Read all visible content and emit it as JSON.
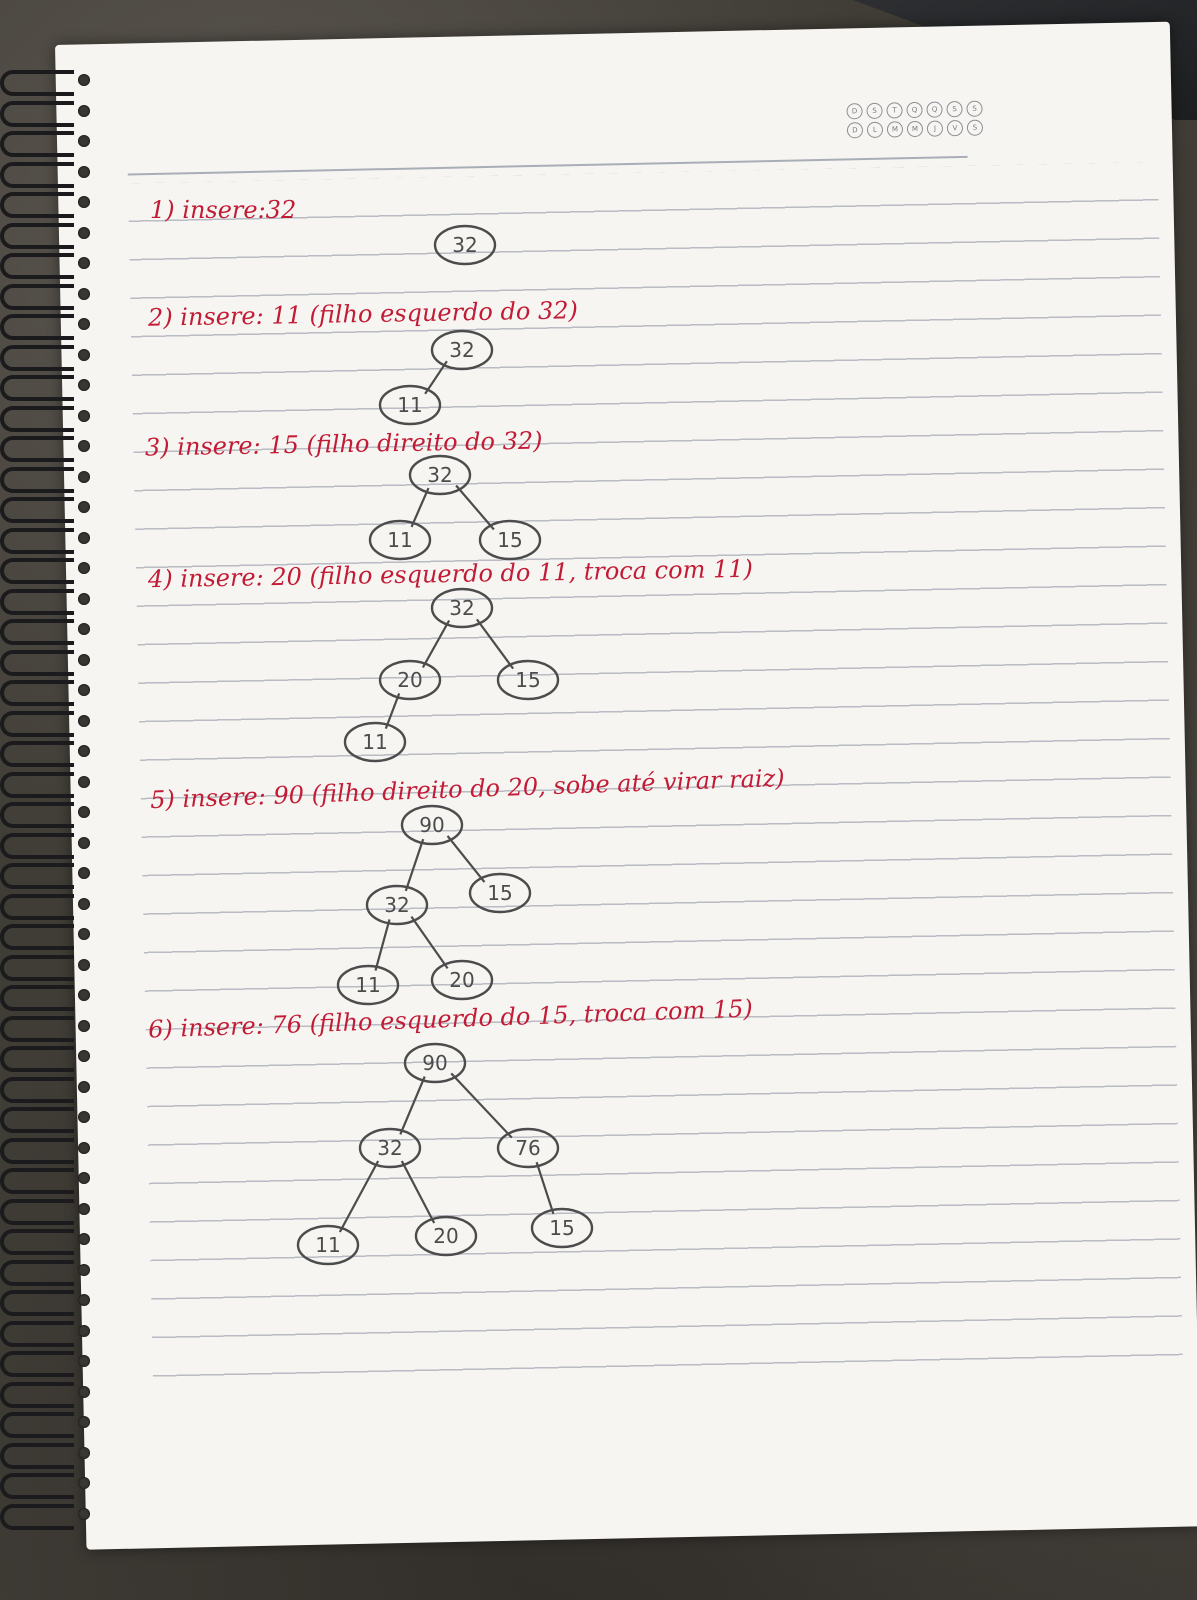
{
  "sheet": {
    "date_header": [
      "D",
      "S",
      "T",
      "Q",
      "Q",
      "S",
      "S"
    ],
    "date_header_2": [
      "D",
      "L",
      "M",
      "M",
      "J",
      "V",
      "S"
    ]
  },
  "steps": [
    {
      "label": "1) insere:32"
    },
    {
      "label": "2) insere: 11 (filho esquerdo do 32)"
    },
    {
      "label": "3) insere: 15 (filho direito do 32)"
    },
    {
      "label": "4) insere: 20 (filho esquerdo do 11, troca com 11)"
    },
    {
      "label": "5) insere: 90 (filho direito do 20, sobe até virar raiz)"
    },
    {
      "label": "6) insere: 76 (filho esquerdo do 15, troca com 15)"
    }
  ],
  "trees": [
    {
      "nodes": [
        "32"
      ]
    },
    {
      "nodes": [
        "32",
        "11"
      ]
    },
    {
      "nodes": [
        "32",
        "11",
        "15"
      ]
    },
    {
      "nodes": [
        "32",
        "20",
        "15",
        "11"
      ]
    },
    {
      "nodes": [
        "90",
        "32",
        "15",
        "11",
        "20"
      ]
    },
    {
      "nodes": [
        "90",
        "32",
        "76",
        "11",
        "20",
        "15"
      ]
    }
  ],
  "colors": {
    "ink_red": "#c21b35",
    "pencil": "#4c4c4c"
  }
}
